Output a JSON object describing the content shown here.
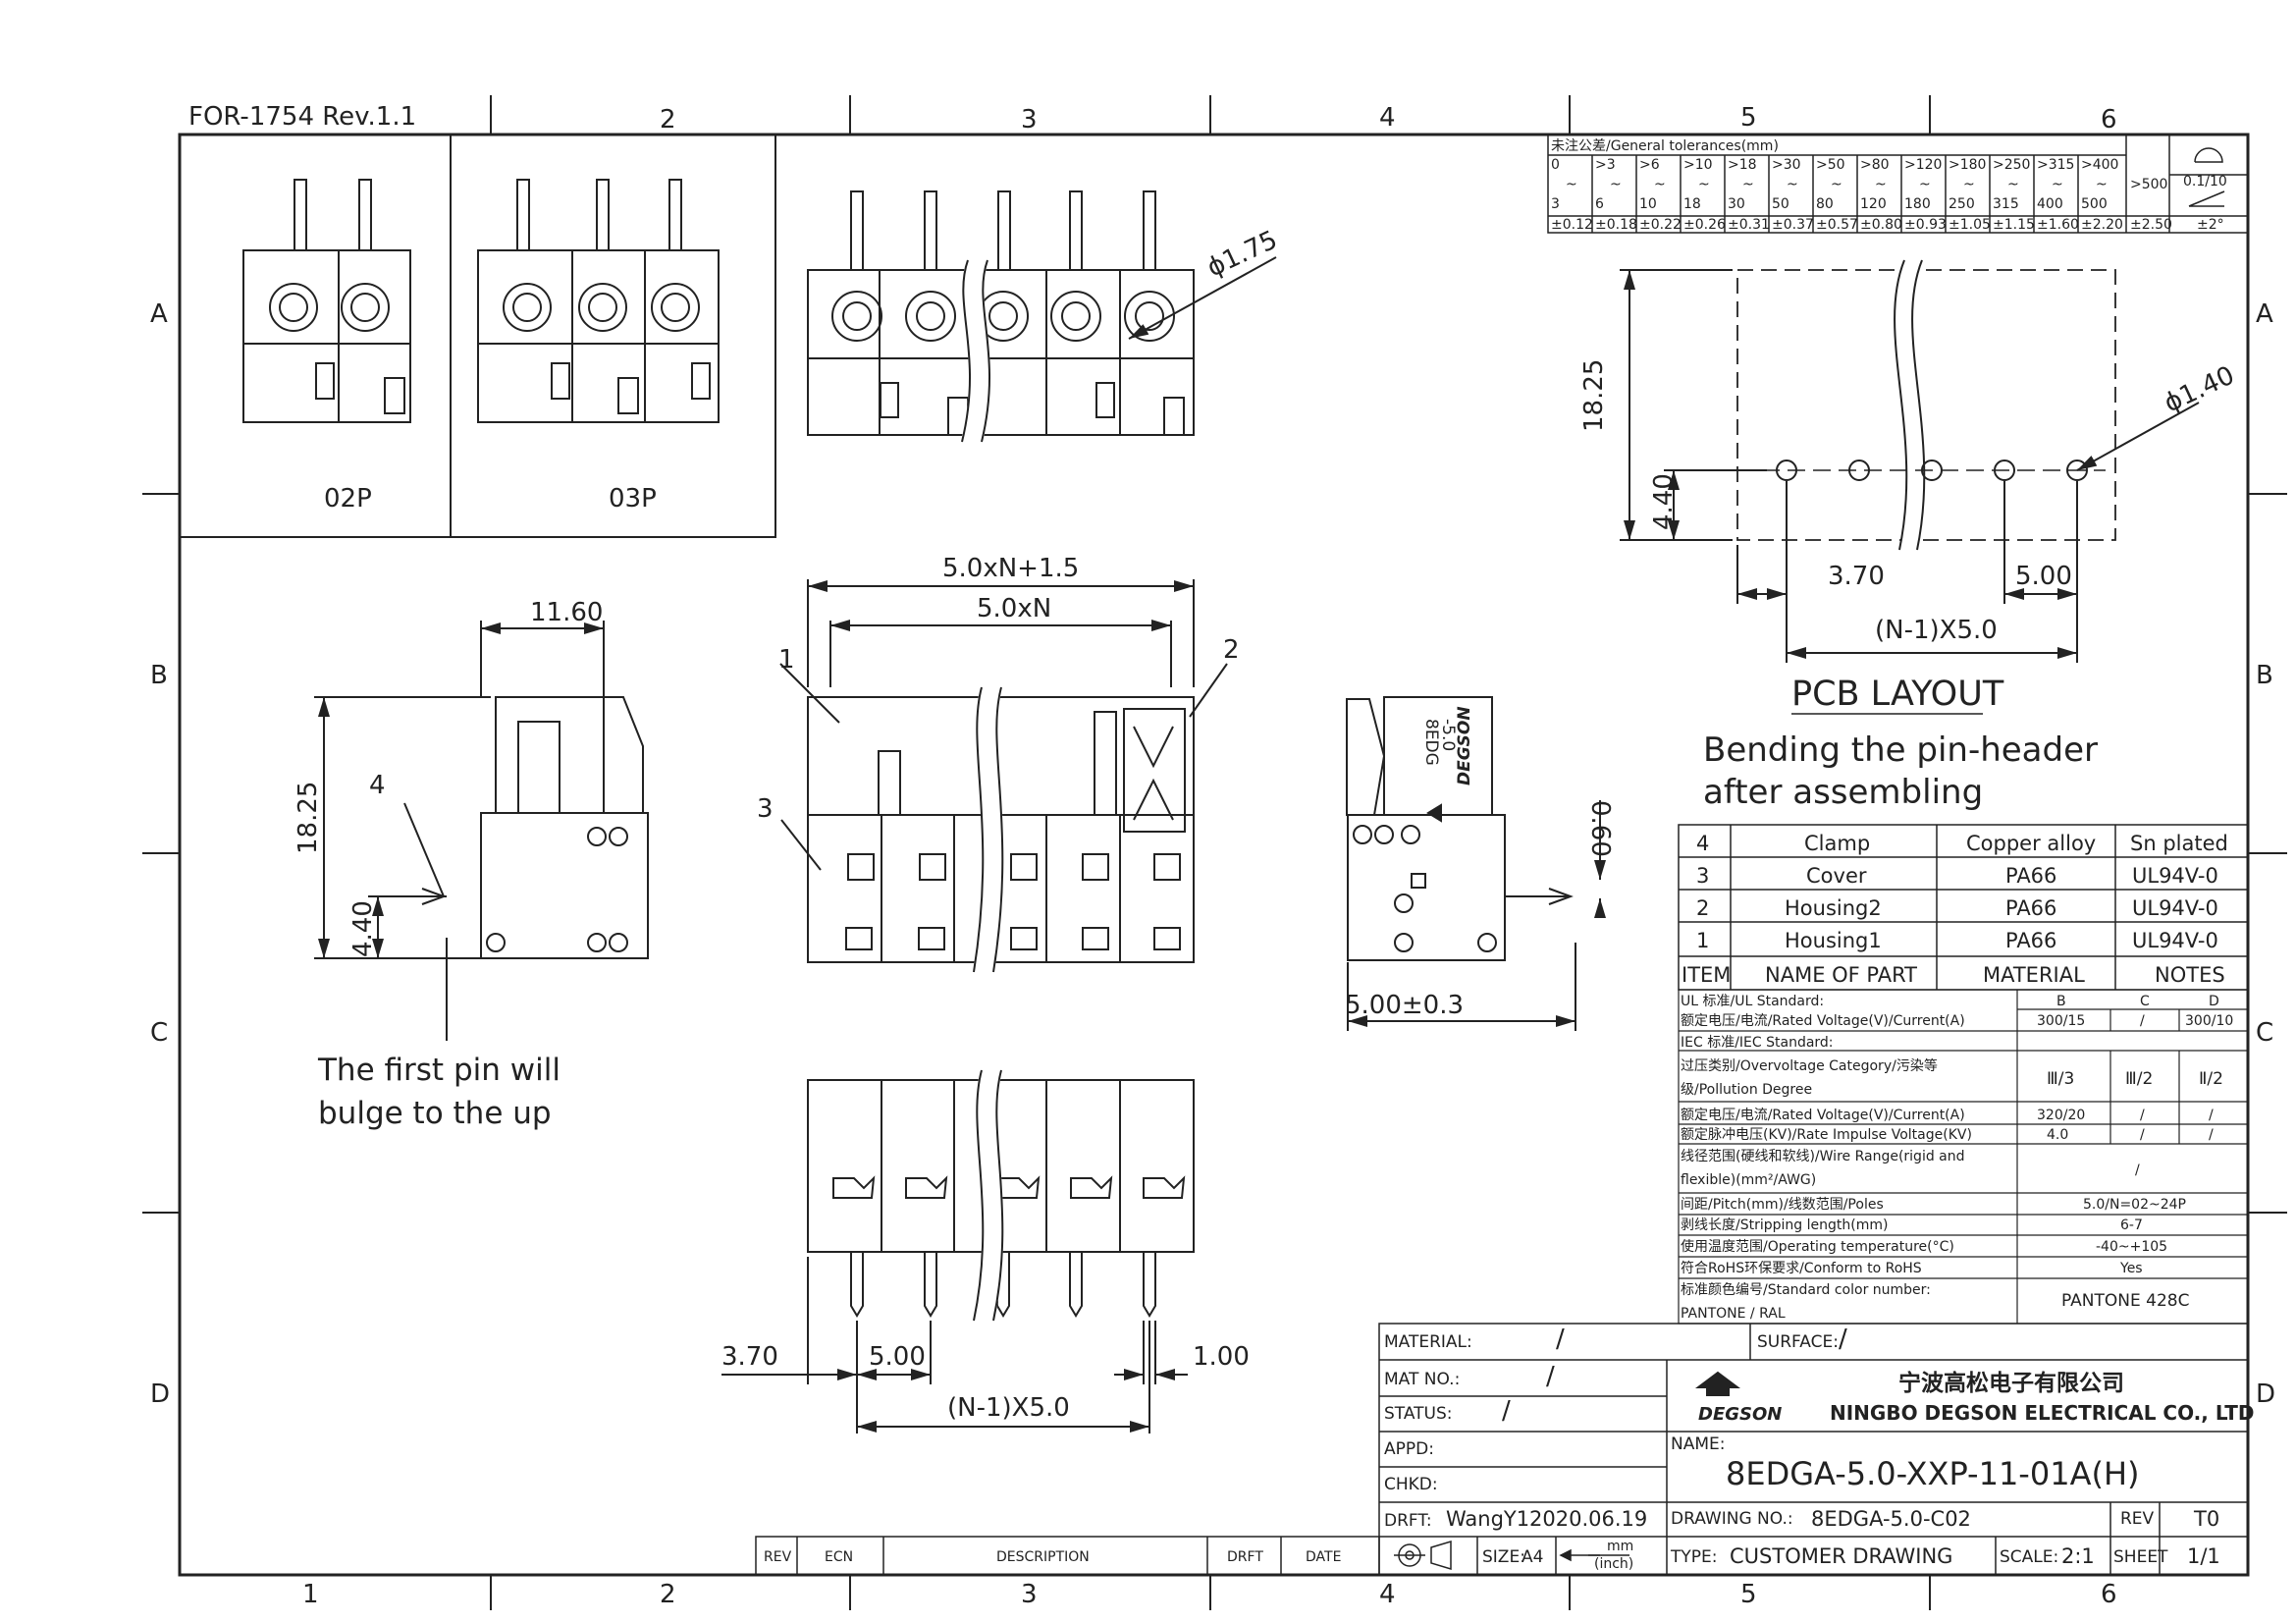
{
  "form_id": "FOR-1754 Rev.1.1",
  "grid": {
    "columns": [
      "1",
      "2",
      "3",
      "4",
      "5",
      "6"
    ],
    "rows": [
      "A",
      "B",
      "C",
      "D"
    ]
  },
  "variants": {
    "p02": "02P",
    "p03": "03P"
  },
  "dims": {
    "phi175": "ϕ1.75",
    "phi140": "ϕ1.40",
    "w_total": "5.0xN+1.5",
    "w_n": "5.0xN",
    "d1160": "11.60",
    "d1825": "18.25",
    "d440": "4.40",
    "d060": "0.60",
    "d500pm": "5.00±0.3",
    "d370": "3.70",
    "d500": "5.00",
    "d100": "1.00",
    "dn1": "(N-1)X5.0",
    "pcb_1825": "18.25",
    "pcb_440": "4.40",
    "pcb_370": "3.70",
    "pcb_500": "5.00",
    "pcb_n1": "(N-1)X5.0"
  },
  "callouts": {
    "c1": "1",
    "c2": "2",
    "c3": "3",
    "c4": "4"
  },
  "notes": {
    "first_pin_1": "The first pin will",
    "first_pin_2": "bulge to the up",
    "pcb_title": "PCB LAYOUT",
    "bend_1": "Bending the pin-header",
    "bend_2": "after assembling"
  },
  "side_marking": {
    "line1": "8EDG",
    "line2": "-5.0",
    "brand": "DEGSON"
  },
  "tolerances": {
    "title": "未注公差/General tolerances(mm)",
    "from": [
      "0",
      ">3",
      ">6",
      ">10",
      ">18",
      ">30",
      ">50",
      ">80",
      ">120",
      ">180",
      ">250",
      ">315",
      ">400"
    ],
    "to": [
      "3",
      "6",
      "10",
      "18",
      "30",
      "50",
      "80",
      "120",
      "180",
      "250",
      "315",
      "400",
      "500"
    ],
    "tol": [
      "±0.12",
      "±0.18",
      "±0.22",
      "±0.26",
      "±0.31",
      "±0.37",
      "±0.57",
      "±0.80",
      "±0.93",
      "±1.05",
      "±1.15",
      "±1.60",
      "±2.20"
    ],
    "over": ">500",
    "over_tol": "±2.50",
    "arc_tol": "0.1/10",
    "angle_tol": "±2°"
  },
  "bom": {
    "rows": [
      {
        "item": "4",
        "name": "Clamp",
        "material": "Copper alloy",
        "notes": "Sn plated"
      },
      {
        "item": "3",
        "name": "Cover",
        "material": "PA66",
        "notes": "UL94V-0"
      },
      {
        "item": "2",
        "name": "Housing2",
        "material": "PA66",
        "notes": "UL94V-0"
      },
      {
        "item": "1",
        "name": "Housing1",
        "material": "PA66",
        "notes": "UL94V-0"
      }
    ],
    "header": {
      "item": "ITEM",
      "name": "NAME OF PART",
      "material": "MATERIAL",
      "notes": "NOTES"
    }
  },
  "specs": {
    "ul_std": "UL 标准/UL Standard:",
    "col_b": "B",
    "col_c": "C",
    "col_d": "D",
    "ul_rated": "额定电压/电流/Rated Voltage(V)/Current(A)",
    "ul_b": "300/15",
    "ul_c": "/",
    "ul_d": "300/10",
    "iec_std": "IEC 标准/IEC Standard:",
    "ov_1": "过压类别/Overvoltage Category/污染等",
    "ov_2": "级/Pollution Degree",
    "ov_b": "Ⅲ/3",
    "ov_c": "Ⅲ/2",
    "ov_d": "Ⅱ/2",
    "iec_rated": "额定电压/电流/Rated Voltage(V)/Current(A)",
    "iec_b": "320/20",
    "iec_c": "/",
    "iec_d": "/",
    "imp": "额定脉冲电压(KV)/Rate Impulse Voltage(KV)",
    "imp_b": "4.0",
    "imp_c": "/",
    "imp_d": "/",
    "wire_1": "线径范围(硬线和软线)/Wire Range(rigid and",
    "wire_2": "flexible)(mm²/AWG)",
    "wire_v": "/",
    "pitch": "间距/Pitch(mm)/线数范围/Poles",
    "pitch_v": "5.0/N=02~24P",
    "strip": "剥线长度/Stripping length(mm)",
    "strip_v": "6-7",
    "temp": "使用温度范围/Operating temperature(°C)",
    "temp_v": "-40~+105",
    "rohs": "符合RoHS环保要求/Conform to RoHS",
    "rohs_v": "Yes",
    "color_1": "标准颜色编号/Standard color number:",
    "color_2": "PANTONE / RAL",
    "color_v": "PANTONE 428C"
  },
  "title_block": {
    "material": "MATERIAL:",
    "material_v": "/",
    "surface": "SURFACE:",
    "surface_v": "/",
    "mat_no": "MAT NO.:",
    "mat_no_v": "/",
    "status": "STATUS:",
    "status_v": "/",
    "appd": "APPD:",
    "chkd": "CHKD:",
    "drft": "DRFT:",
    "drafter": "WangY1",
    "date": "2020.06.19",
    "company_cn": "宁波高松电子有限公司",
    "company_en": "NINGBO DEGSON ELECTRICAL CO., LTD",
    "logo": "DEGSON",
    "name_label": "NAME:",
    "name": "8EDGA-5.0-XXP-11-01A(H)",
    "drawing_no_label": "DRAWING NO.:",
    "drawing_no": "8EDGA-5.0-C02",
    "rev_label": "REV",
    "rev": "T0",
    "size_label": "SIZE:",
    "size": "A4",
    "unit_top": "mm",
    "unit_bottom": "(inch)",
    "type_label": "TYPE:",
    "type": "CUSTOMER DRAWING",
    "scale_label": "SCALE:",
    "scale": "2:1",
    "sheet_label": "SHEET",
    "sheet": "1/1"
  },
  "revision_block": {
    "rev": "REV",
    "ecn": "ECN",
    "description": "DESCRIPTION",
    "drft": "DRFT",
    "date": "DATE"
  }
}
